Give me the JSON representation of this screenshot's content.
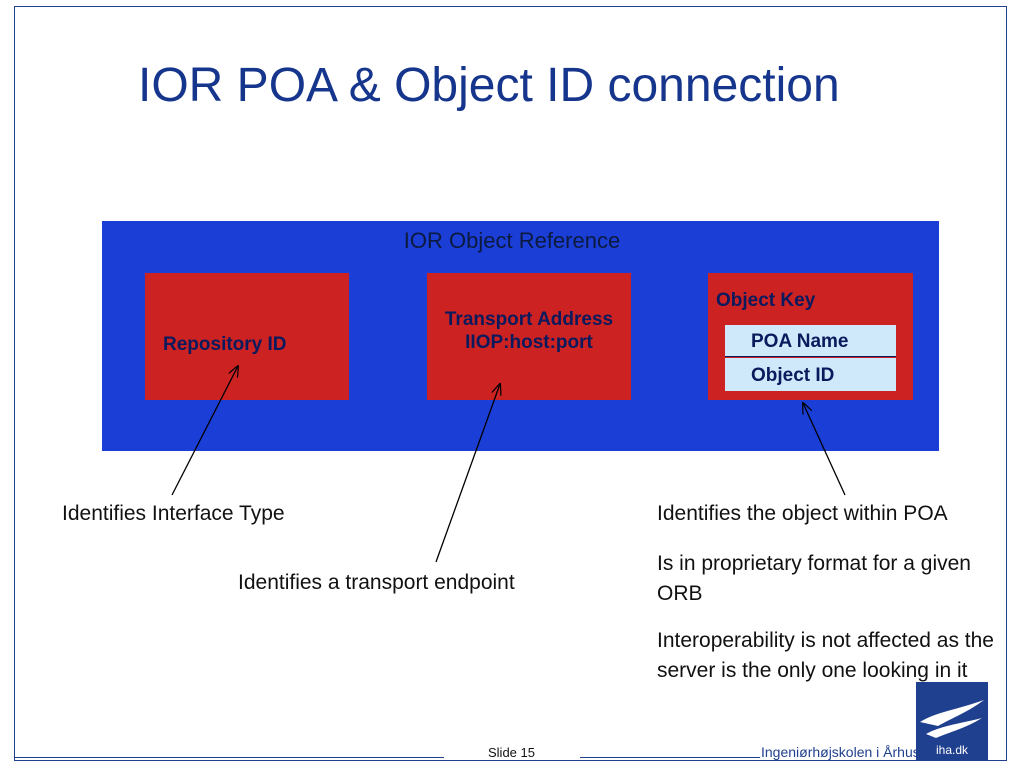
{
  "slide": {
    "title": "IOR POA & Object ID connection",
    "slide_number": "Slide 15",
    "footer_school": "Ingeniørhøjskolen i Århus",
    "logo_text": "iha.dk"
  },
  "diagram": {
    "container_label": "IOR Object Reference",
    "repository_label": "Repository ID",
    "transport_line1": "Transport Address",
    "transport_line2": "IIOP:host:port",
    "object_key_label": "Object Key",
    "poa_name_label": "POA Name",
    "object_id_label": "Object ID"
  },
  "annotations": {
    "interface": "Identifies Interface Type",
    "transport": "Identifies a transport endpoint",
    "object_within_poa": "Identifies the object within POA",
    "proprietary": "Is in proprietary format for a given ORB",
    "interoperability": "Interoperability is not affected as the server is the only one looking in it"
  },
  "colors": {
    "container": "#1a3ed6",
    "box": "#cc2222",
    "sub_box": "#cfe9fb",
    "title": "#16358c"
  }
}
